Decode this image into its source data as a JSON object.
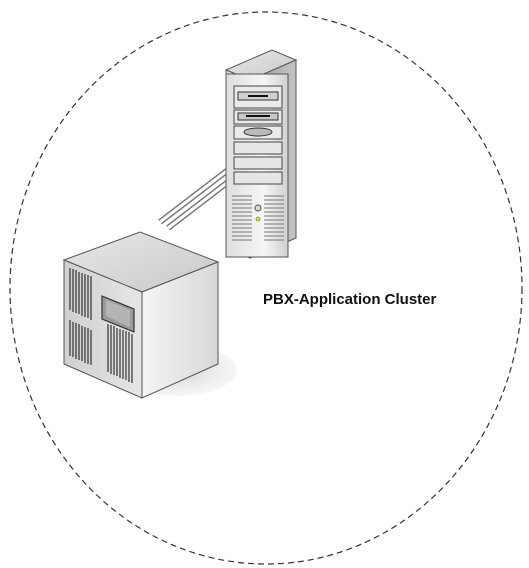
{
  "diagram": {
    "cluster_label": "PBX-Application Cluster",
    "nodes": [
      {
        "kind": "tower-server",
        "icon": "tower-server-icon"
      },
      {
        "kind": "cabinet-server",
        "icon": "cabinet-server-icon"
      }
    ],
    "links": [
      {
        "from": "tower-server",
        "to": "cabinet-server",
        "style": "double-line"
      }
    ],
    "boundary": {
      "shape": "circle",
      "style": "dashed"
    }
  },
  "colors": {
    "boundary": "#333333",
    "server_light": "#f2f2f2",
    "server_mid": "#c8c8c8",
    "server_dark": "#8a8a8a",
    "outline": "#555555",
    "led": "#e6e600"
  }
}
